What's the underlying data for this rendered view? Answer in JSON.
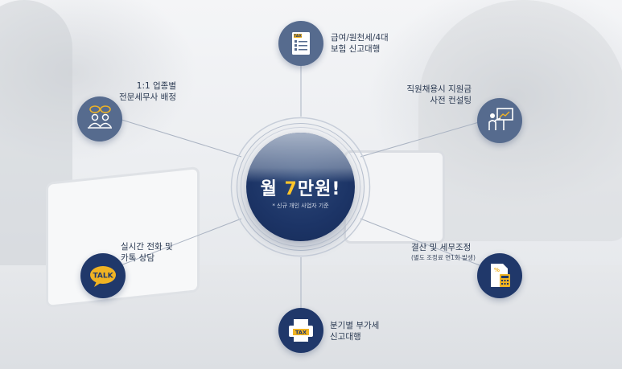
{
  "center": {
    "headline_prefix": "월 ",
    "headline_number": "7",
    "headline_suffix": "만원!",
    "note": "* 신규 개인 사업자 기준"
  },
  "services": [
    {
      "id": "payroll",
      "line1": "급여/원천세/4대",
      "line2": "보험 신고대행",
      "icon": "tax-document-icon"
    },
    {
      "id": "subsidy",
      "line1": "직원채용시 지원금",
      "line2": "사전 컨설팅",
      "icon": "presenter-board-icon"
    },
    {
      "id": "settlement",
      "line1": "결산 및 세무조정",
      "note": "(별도 조정료 연1회 발생)",
      "icon": "calculator-document-icon"
    },
    {
      "id": "vat",
      "line1": "분기별 부가세",
      "line2": "신고대행",
      "icon": "tax-printer-icon"
    },
    {
      "id": "consult",
      "line1": "실시간 전화 및",
      "line2": "카톡 상담",
      "icon": "talk-bubble-icon",
      "icon_text": "TALK"
    },
    {
      "id": "dedicated",
      "line1": "1:1 업종별",
      "line2": "전문세무사 배정",
      "icon": "consultation-people-icon"
    }
  ],
  "icon_texts": {
    "tax": "TAX"
  },
  "colors": {
    "navy": "#20386a",
    "slate": "#566b8e",
    "accent_yellow": "#ffc52a",
    "text": "#2b3a52"
  }
}
